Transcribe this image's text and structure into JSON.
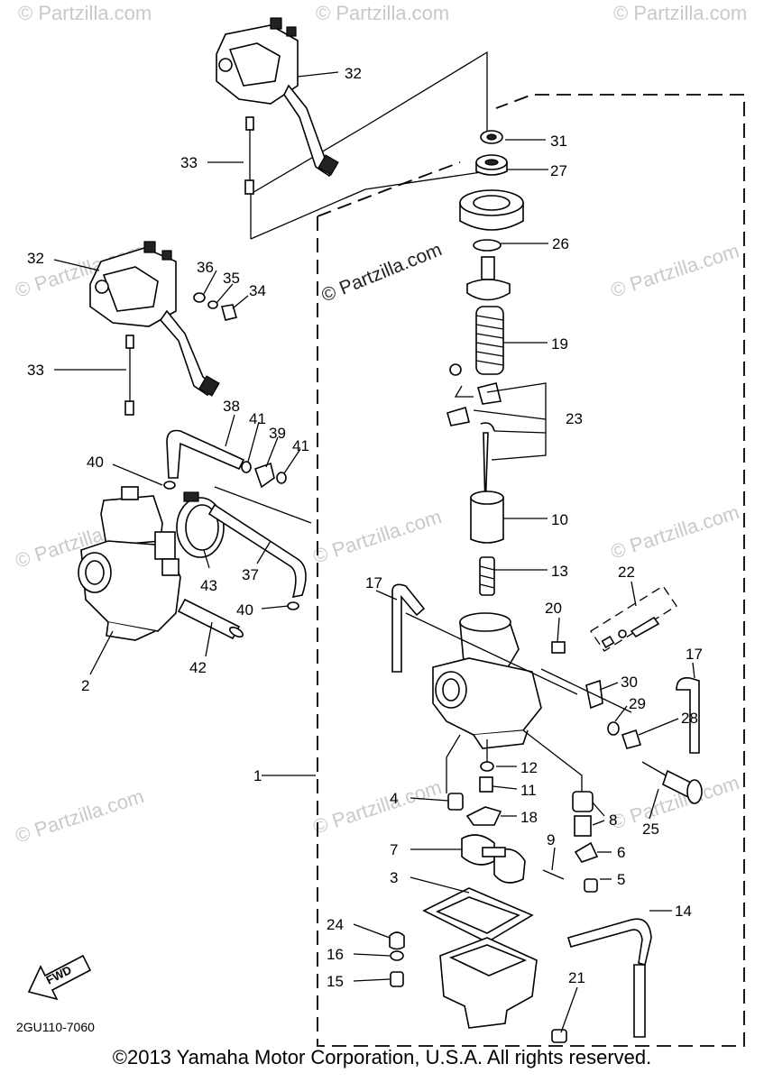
{
  "diagram": {
    "watermark": "© Partzilla.com",
    "code": "2GU110-7060",
    "fwd_label": "FWD",
    "copyright": "©2013 Yamaha Motor Corporation, U.S.A. All rights reserved.",
    "callouts": [
      {
        "id": "32a",
        "text": "32"
      },
      {
        "id": "33a",
        "text": "33"
      },
      {
        "id": "32b",
        "text": "32"
      },
      {
        "id": "36",
        "text": "36"
      },
      {
        "id": "35",
        "text": "35"
      },
      {
        "id": "34",
        "text": "34"
      },
      {
        "id": "33b",
        "text": "33"
      },
      {
        "id": "38",
        "text": "38"
      },
      {
        "id": "41a",
        "text": "41"
      },
      {
        "id": "39",
        "text": "39"
      },
      {
        "id": "41b",
        "text": "41"
      },
      {
        "id": "40a",
        "text": "40"
      },
      {
        "id": "43",
        "text": "43"
      },
      {
        "id": "37",
        "text": "37"
      },
      {
        "id": "40b",
        "text": "40"
      },
      {
        "id": "42",
        "text": "42"
      },
      {
        "id": "2",
        "text": "2"
      },
      {
        "id": "31",
        "text": "31"
      },
      {
        "id": "27",
        "text": "27"
      },
      {
        "id": "26",
        "text": "26"
      },
      {
        "id": "19",
        "text": "19"
      },
      {
        "id": "23",
        "text": "23"
      },
      {
        "id": "10",
        "text": "10"
      },
      {
        "id": "13",
        "text": "13"
      },
      {
        "id": "22",
        "text": "22"
      },
      {
        "id": "17a",
        "text": "17"
      },
      {
        "id": "20",
        "text": "20"
      },
      {
        "id": "17b",
        "text": "17"
      },
      {
        "id": "30",
        "text": "30"
      },
      {
        "id": "29",
        "text": "29"
      },
      {
        "id": "28",
        "text": "28"
      },
      {
        "id": "1",
        "text": "1"
      },
      {
        "id": "12",
        "text": "12"
      },
      {
        "id": "11",
        "text": "11"
      },
      {
        "id": "4",
        "text": "4"
      },
      {
        "id": "18",
        "text": "18"
      },
      {
        "id": "8",
        "text": "8"
      },
      {
        "id": "25",
        "text": "25"
      },
      {
        "id": "7",
        "text": "7"
      },
      {
        "id": "9",
        "text": "9"
      },
      {
        "id": "6",
        "text": "6"
      },
      {
        "id": "3",
        "text": "3"
      },
      {
        "id": "5",
        "text": "5"
      },
      {
        "id": "14",
        "text": "14"
      },
      {
        "id": "24",
        "text": "24"
      },
      {
        "id": "16",
        "text": "16"
      },
      {
        "id": "15",
        "text": "15"
      },
      {
        "id": "21",
        "text": "21"
      }
    ]
  }
}
